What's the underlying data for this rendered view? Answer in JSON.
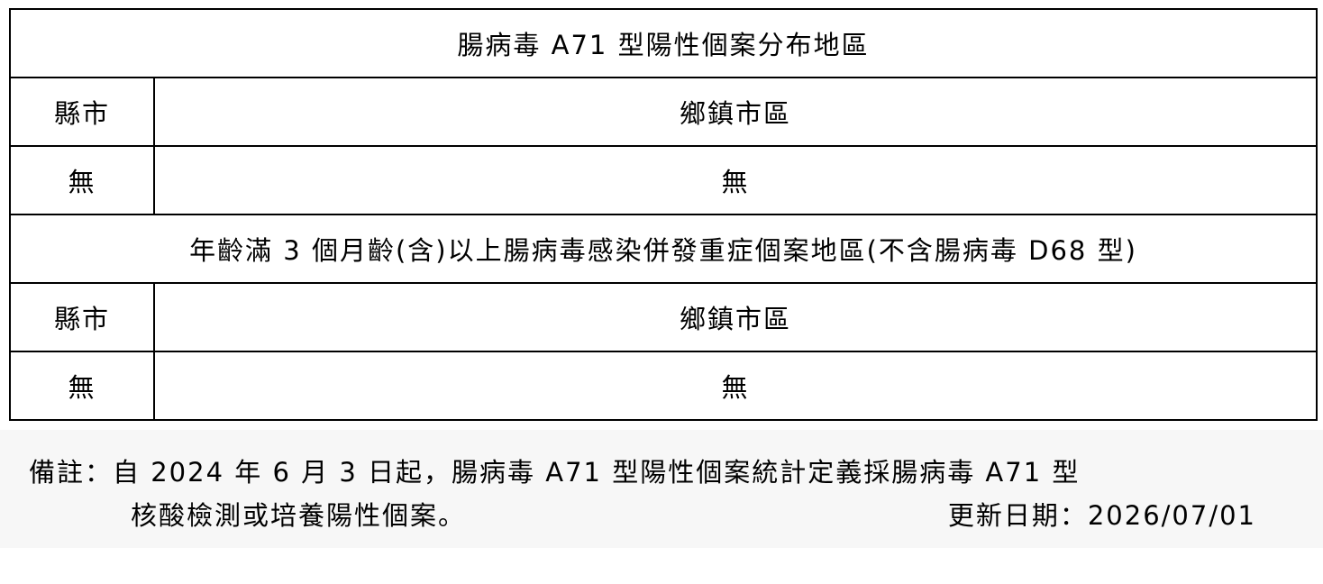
{
  "table1": {
    "title": "腸病毒 A71 型陽性個案分布地區",
    "header_county": "縣市",
    "header_district": "鄉鎮市區",
    "row_county": "無",
    "row_district": "無"
  },
  "table2": {
    "title": "年齡滿 3 個月齡(含)以上腸病毒感染併發重症個案地區(不含腸病毒 D68 型)",
    "header_county": "縣市",
    "header_district": "鄉鎮市區",
    "row_county": "無",
    "row_district": "無"
  },
  "footer": {
    "note_line1": "備註：自 2024 年 6 月 3 日起，腸病毒 A71 型陽性個案統計定義採腸病毒 A71 型",
    "note_line2": "核酸檢測或培養陽性個案。",
    "update_date": "更新日期：2026/07/01"
  }
}
